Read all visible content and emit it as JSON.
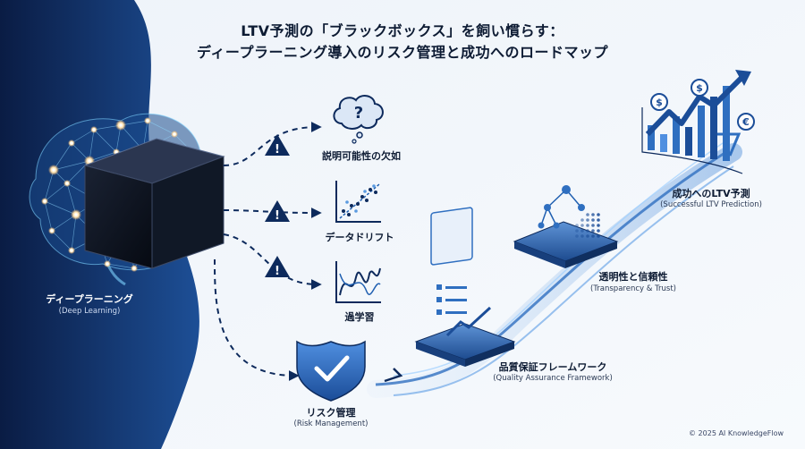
{
  "title_line1": "LTV予測の「ブラックボックス」を飼い慣らす：",
  "title_line2": "ディープラーニング導入のリスク管理と成功へのロードマップ",
  "deep_learning": {
    "jp": "ディープラーニング",
    "en": "(Deep Learning)"
  },
  "risks": [
    {
      "label": "説明可能性の欠如",
      "icon": "thought-bubble-question-icon"
    },
    {
      "label": "データドリフト",
      "icon": "scatter-drift-chart-icon"
    },
    {
      "label": "過学習",
      "icon": "overfit-curve-chart-icon"
    }
  ],
  "risk_management": {
    "jp": "リスク管理",
    "en": "(Risk Management)"
  },
  "qa_framework": {
    "jp": "品質保証フレームワーク",
    "en": "(Quality Assurance Framework)"
  },
  "transparency": {
    "jp": "透明性と信頼性",
    "en": "(Transparency & Trust)"
  },
  "success": {
    "jp": "成功へのLTV予測",
    "en": "(Successful LTV Prediction)"
  },
  "coin_symbols": [
    "$",
    "$",
    "€"
  ],
  "warning_symbol": "!",
  "copyright": "© 2025 AI KnowledgeFlow",
  "colors": {
    "navy": "#0d2a5c",
    "blue": "#2f6fc0",
    "light_blue": "#7fb2ea",
    "glow": "#9fe3ff",
    "text": "#0d1b33"
  }
}
